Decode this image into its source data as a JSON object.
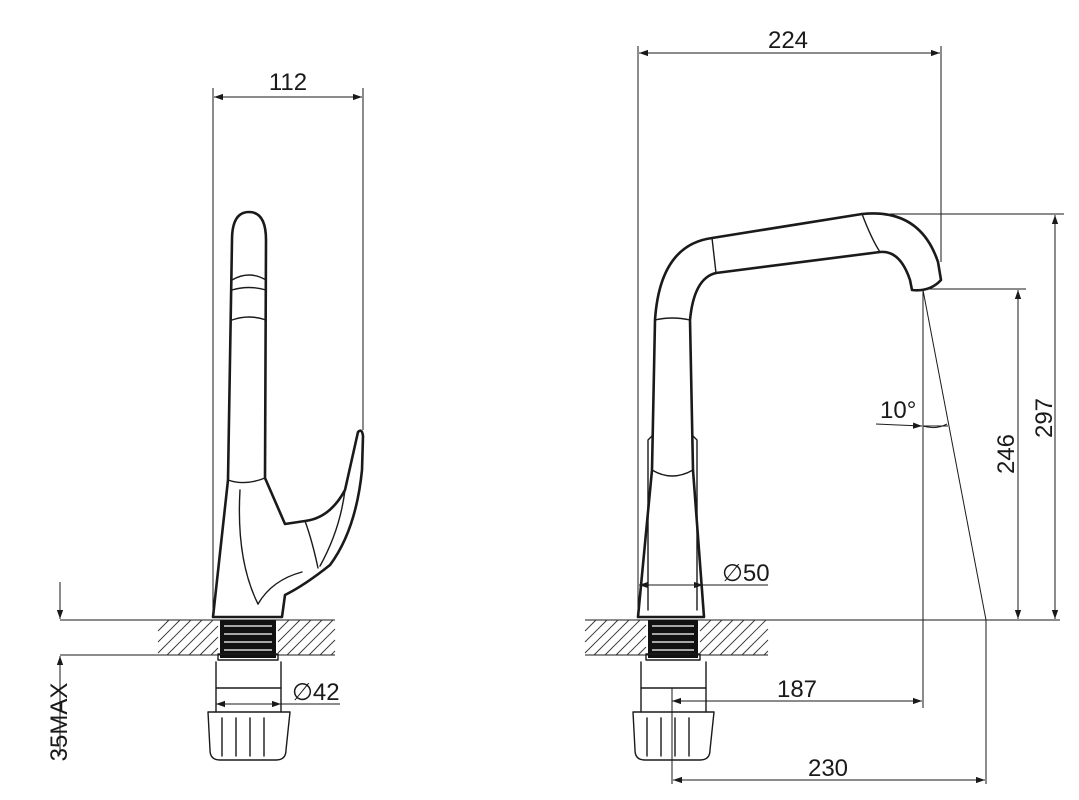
{
  "side_view": {
    "dim_width": "112",
    "dim_thread_dia": "∅42",
    "dim_counter_max": "35MAX"
  },
  "front_view": {
    "dim_total_reach": "224",
    "dim_total_height": "297",
    "dim_outlet_height": "246",
    "dim_angle": "10°",
    "dim_base_dia": "∅50",
    "dim_reach_outlet": "187",
    "dim_reach_tip": "230"
  }
}
